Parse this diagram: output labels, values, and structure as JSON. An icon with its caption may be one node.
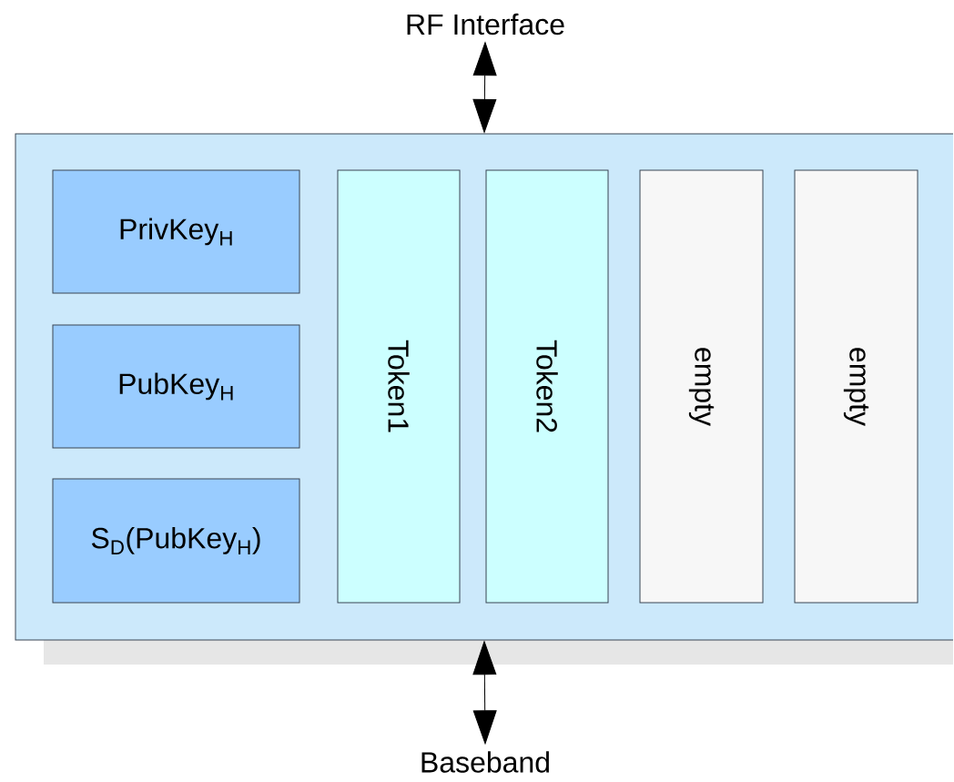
{
  "diagram": {
    "nodes": [
      {
        "text": [
          "RF Interface"
        ]
      },
      {
        "text": [],
        "shape": "box"
      },
      {
        "text": [
          "PrivKey$_{H}$"
        ],
        "in": 1
      },
      {
        "text": [
          "PubKey$_{H}$"
        ],
        "in": 1
      },
      {
        "text": [
          "S$_{D}$(PubKey$_{H}$)"
        ],
        "in": 1
      },
      {
        "text": [
          "Token1"
        ],
        "in": 1
      },
      {
        "text": [
          "Token2"
        ],
        "in": 1
      },
      {
        "text": [
          "empty"
        ],
        "in": 1
      },
      {
        "text": [
          "empty"
        ],
        "in": 1
      },
      {
        "text": [
          "Baseband"
        ]
      }
    ],
    "edges": [
      {
        "from": 0,
        "to": 1,
        "arrow": "both"
      },
      {
        "from": 1,
        "to": 9,
        "arrow": "both"
      }
    ]
  }
}
